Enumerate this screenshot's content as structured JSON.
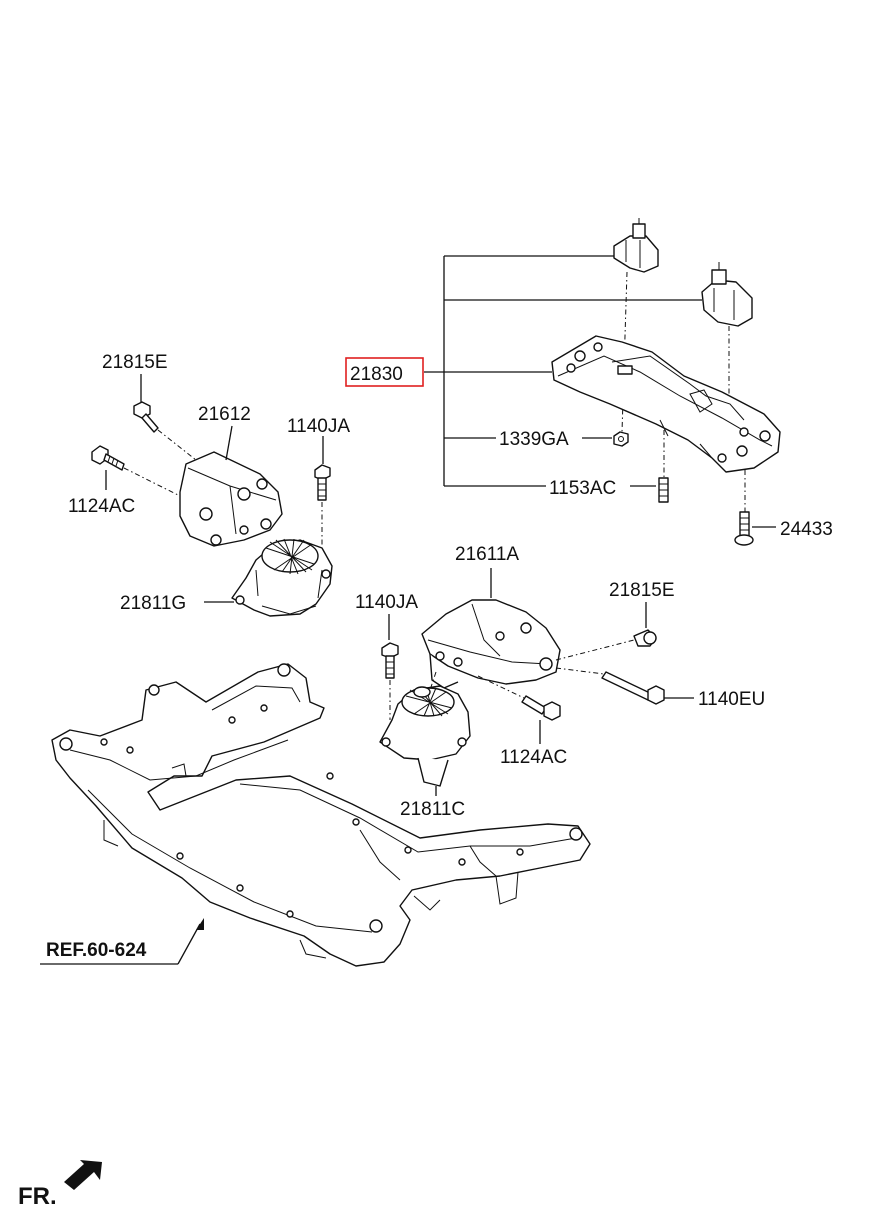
{
  "diagram": {
    "parts": {
      "mount_bracket_rear": "21830",
      "nut": "1339GA",
      "stud": "1153AC",
      "bolt_rear": "24433",
      "bolt_e_left": "21815E",
      "bracket_left": "21612",
      "bolt_ja_left": "1140JA",
      "bolt_ac_left": "1124AC",
      "insulator_left": "21811G",
      "bracket_right": "21611A",
      "bolt_e_right": "21815E",
      "bolt_ja_right": "1140JA",
      "bolt_eu": "1140EU",
      "bolt_ac_right": "1124AC",
      "insulator_right": "21811C"
    },
    "highlighted_part": "21830",
    "reference": "REF.60-624",
    "direction": "FR.",
    "highlight_color": "#e02020",
    "line_color": "#111111"
  }
}
